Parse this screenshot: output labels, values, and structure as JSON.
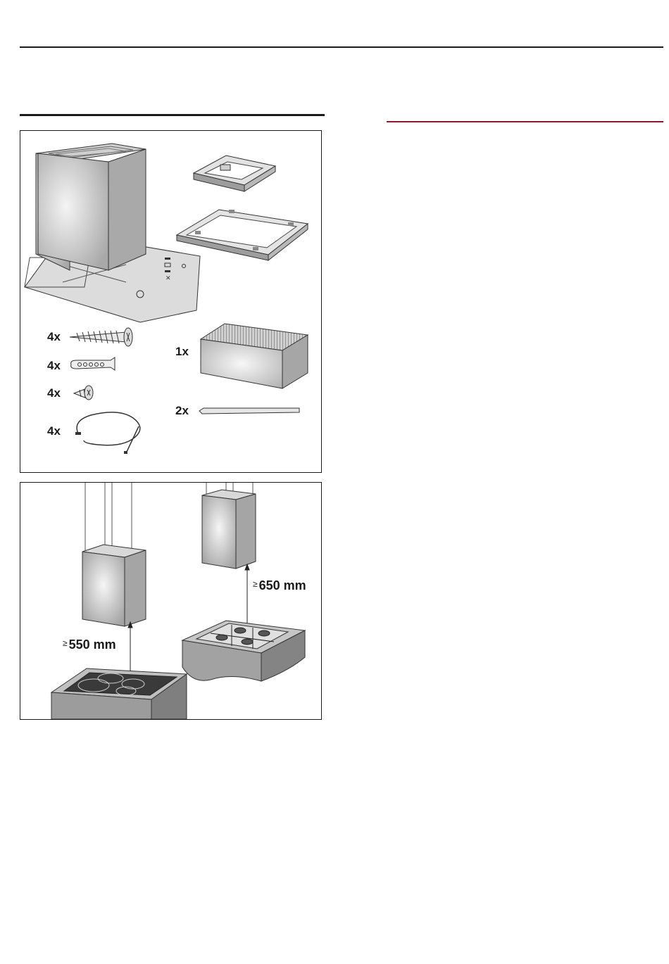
{
  "parts_figure": {
    "quantities": {
      "screws": "4x",
      "wall_plugs": "4x",
      "small_screws": "4x",
      "cables": "4x",
      "grease_filter": "1x",
      "strips": "2x"
    }
  },
  "clearance_figure": {
    "electric_hob_min": {
      "symbol": "≥",
      "value": "550 mm"
    },
    "gas_hob_min": {
      "symbol": "≥",
      "value": "650 mm"
    }
  },
  "colors": {
    "rule": "#1a1a1a",
    "accent_rule": "#8b1a2e",
    "metal": "#bdbdbd",
    "counter": "#9a9a9a"
  }
}
